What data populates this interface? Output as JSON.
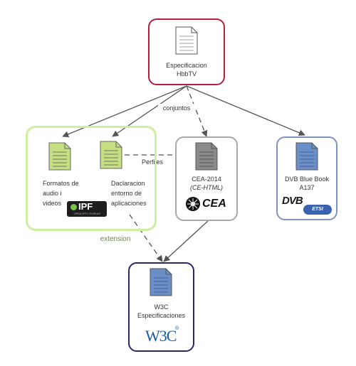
{
  "colors": {
    "hbbtv_border": "#b0203c",
    "extension_border": "#ccf0a0",
    "cea_border": "#a8a8a8",
    "dvb_border": "#7f95bd",
    "w3c_border": "#282868",
    "doc_green": "#c6df82",
    "doc_gray": "#8a8a8a",
    "doc_blue": "#6a8fc8",
    "doc_white": "#ffffff",
    "edge": "#555555",
    "extension_text": "#6e7f58"
  },
  "nodes": {
    "hbbtv": {
      "label_1": "Especificacion",
      "label_2": "HbbTV",
      "icon": "document-white-icon"
    },
    "formatos": {
      "label_1": "Formatos de",
      "label_2": "audio i",
      "label_3": "videos",
      "icon": "document-green-icon"
    },
    "declaracion": {
      "label_1": "Daclaracion",
      "label_2": "entorno de",
      "label_3": "aplicaciones",
      "icon": "document-green-icon"
    },
    "cea": {
      "label_1": "CEA-2014",
      "label_2": "(CE-HTML)",
      "icon": "document-gray-icon",
      "logo": "CEA"
    },
    "dvb": {
      "label_1": "DVB Blue Book",
      "label_2": "A137",
      "icon": "document-blue-icon",
      "logo": "DVB",
      "logo_2": "ETSI"
    },
    "w3c": {
      "label_1": "W3C",
      "label_2": "Especificaciones",
      "icon": "document-blue-icon",
      "logo": "W3C",
      "logo_mark": "®"
    },
    "ipf": {
      "logo": "IPF",
      "tagline": "OPEN IPTV FORUM"
    }
  },
  "group": {
    "label": "extension"
  },
  "edges": [
    {
      "from": "hbbtv",
      "to": "formatos",
      "style": "solid"
    },
    {
      "from": "hbbtv",
      "to": "declaracion",
      "style": "solid"
    },
    {
      "from": "hbbtv",
      "to": "cea",
      "style": "dashed",
      "label": "conjuntos"
    },
    {
      "from": "hbbtv",
      "to": "dvb",
      "style": "solid"
    },
    {
      "from": "declaracion",
      "to": "cea",
      "style": "dashed",
      "label": "Perfiles"
    },
    {
      "from": "declaracion",
      "to": "w3c",
      "style": "dashed"
    },
    {
      "from": "cea",
      "to": "w3c",
      "style": "solid"
    }
  ]
}
